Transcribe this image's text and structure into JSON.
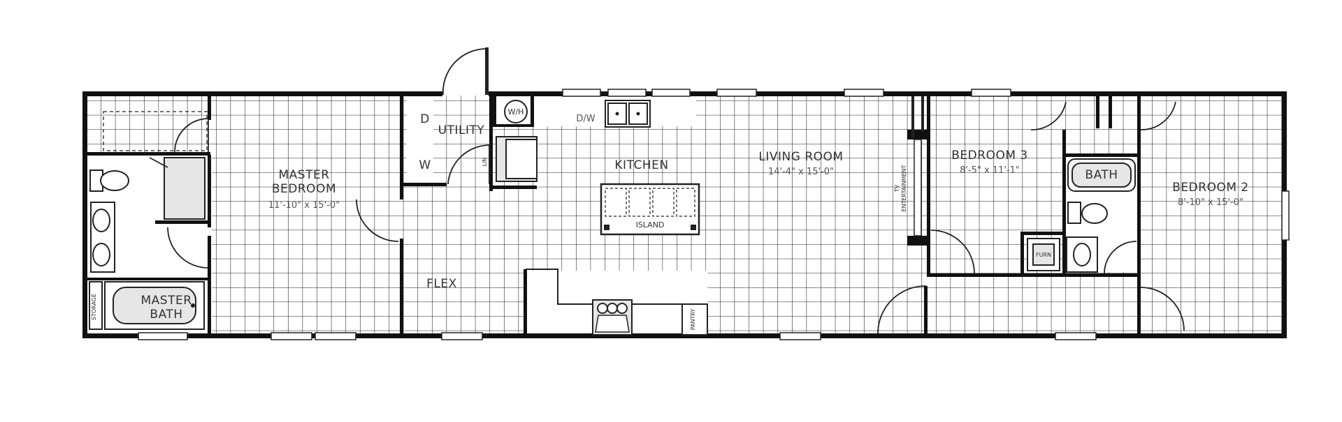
{
  "rooms": {
    "master_bedroom": {
      "line1": "MASTER",
      "line2": "BEDROOM",
      "dims": "11'-10\" x 15'-0\""
    },
    "master_bath": {
      "line1": "MASTER",
      "line2": "BATH"
    },
    "storage": "STORAGE",
    "utility": "UTILITY",
    "dryer": "D",
    "washer": "W",
    "water_heater": "W/H",
    "linen": "LIN",
    "dishwasher": "D/W",
    "kitchen": "KITCHEN",
    "island": "ISLAND",
    "flex": "FLEX",
    "pantry": "PANTRY",
    "living_room": {
      "name": "LIVING ROOM",
      "dims": "14'-4\" x 15'-0\""
    },
    "entertainment": {
      "line1": "TV",
      "line2": "ENTERTAINMENT"
    },
    "bedroom3": {
      "name": "BEDROOM 3",
      "dims": "8'-5\" x 11'-1\""
    },
    "bath": "BATH",
    "furnace": "FURN",
    "bedroom2": {
      "name": "BEDROOM 2",
      "dims": "8'-10\" x 15'-0\""
    }
  },
  "colors": {
    "wall": "#111111",
    "grid": "#1a1a1a",
    "fixture_fill": "#e6e6e6"
  }
}
